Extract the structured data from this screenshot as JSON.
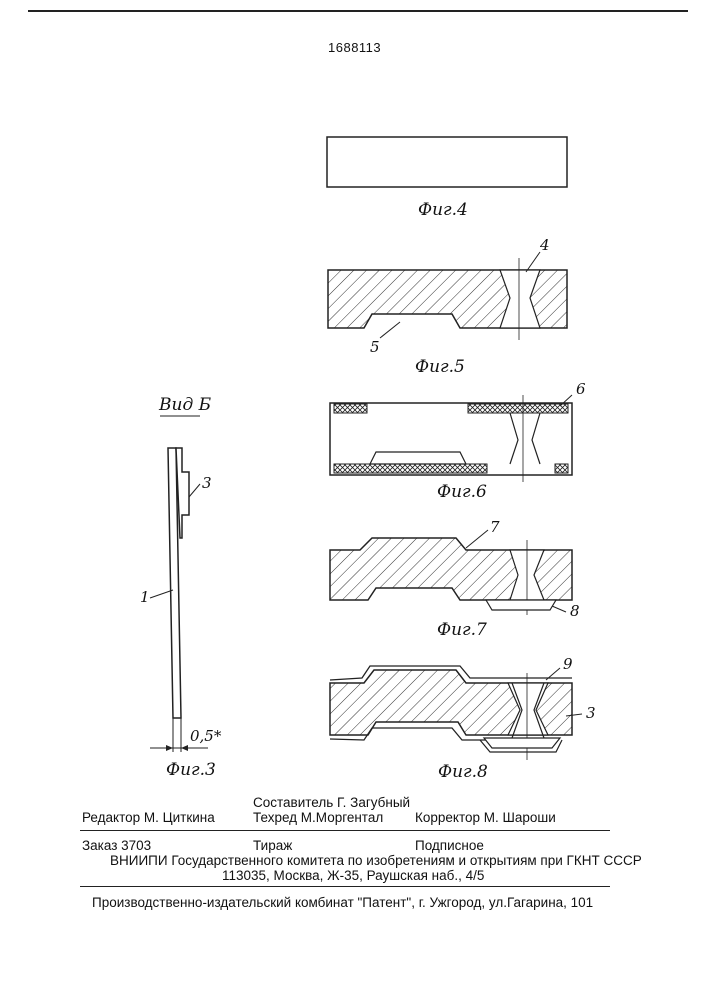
{
  "patent_number": "1688113",
  "figures": {
    "fig3": {
      "caption": "Фиг.3",
      "view_label": "Вид Б",
      "labels": [
        "1",
        "3"
      ],
      "dimension": "0,5*"
    },
    "fig4": {
      "caption": "Фиг.4"
    },
    "fig5": {
      "caption": "Фиг.5",
      "labels": [
        "4",
        "5"
      ]
    },
    "fig6": {
      "caption": "Фиг.6",
      "labels": [
        "6"
      ]
    },
    "fig7": {
      "caption": "Фиг.7",
      "labels": [
        "7",
        "8"
      ]
    },
    "fig8": {
      "caption": "Фиг.8",
      "labels": [
        "9",
        "3"
      ]
    }
  },
  "imprint": {
    "editor": "Редактор  М. Циткина",
    "compiler": "Составитель  Г. Загубный",
    "techred": "Техред М.Моргентал",
    "proofreader": "Корректор  М. Шароши",
    "order": "Заказ  3703",
    "circulation": "Тираж",
    "subscription": "Подписное",
    "org_line1": "ВНИИПИ Государственного комитета по изобретениям и открытиям при ГКНТ СССР",
    "org_line2": "113035, Москва, Ж-35, Раушская наб., 4/5",
    "publisher": "Производственно-издательский комбинат \"Патент\", г. Ужгород, ул.Гагарина, 101"
  }
}
